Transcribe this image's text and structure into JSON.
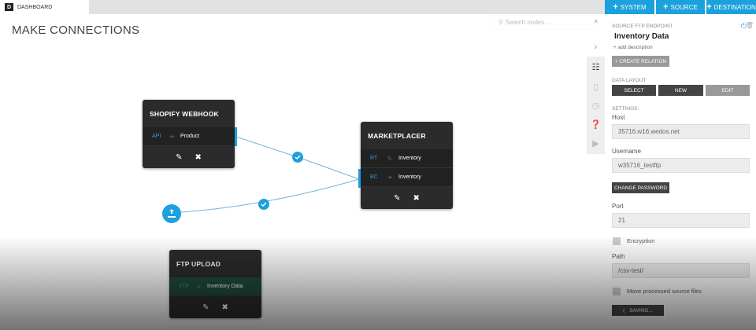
{
  "tabs": {
    "dashboard_badge": "D",
    "dashboard": "DASHBOARD"
  },
  "toolbar": {
    "system": "SYSTEM",
    "source": "SOURCE",
    "destination": "DESTINATION",
    "plus": "+"
  },
  "page_title": "MAKE CONNECTIONS",
  "search": {
    "placeholder": "Search nodes...",
    "clear": "×"
  },
  "iconbar": [
    "chevron-right-icon",
    "sitemap-icon",
    "file-icon",
    "clock-icon",
    "help-icon",
    "play-icon"
  ],
  "nodes": {
    "shopify": {
      "title": "SHOPIFY WEBHOOK",
      "rows": [
        {
          "key": "API",
          "name": "Product"
        }
      ]
    },
    "marketplacer": {
      "title": "MARKETPLACER",
      "rows": [
        {
          "key": "RT",
          "name": "Inventory"
        },
        {
          "key": "BC",
          "name": "Inventory"
        }
      ]
    },
    "ftp": {
      "title": "FTP UPLOAD",
      "rows": [
        {
          "key": "FTP",
          "name": "Inventory Data"
        }
      ]
    }
  },
  "panel": {
    "type_label": "SOURCE FTP ENDPOINT",
    "name": "Inventory Data",
    "add_description": "+ add description",
    "create_relation": "+ CREATE RELATION",
    "data_layout_label": "DATA LAYOUT",
    "select": "SELECT",
    "new": "NEW",
    "edit": "EDIT",
    "settings_label": "SETTINGS:",
    "host_label": "Host",
    "host": "35716.w16.wedos.net",
    "username_label": "Username",
    "username": "w35716_testftp",
    "change_password": "CHANGE PASSWORD",
    "port_label": "Port",
    "port": "21",
    "encryption_label": "Encryption",
    "encryption": false,
    "path_label": "Path",
    "path": "/csv-test/",
    "move_label": "Move processed source files",
    "move": false,
    "saving": "SAVING..."
  },
  "colors": {
    "accent": "#1ba1db",
    "node": "#2b2b2b",
    "ftp_row": "#1e4a3e"
  }
}
